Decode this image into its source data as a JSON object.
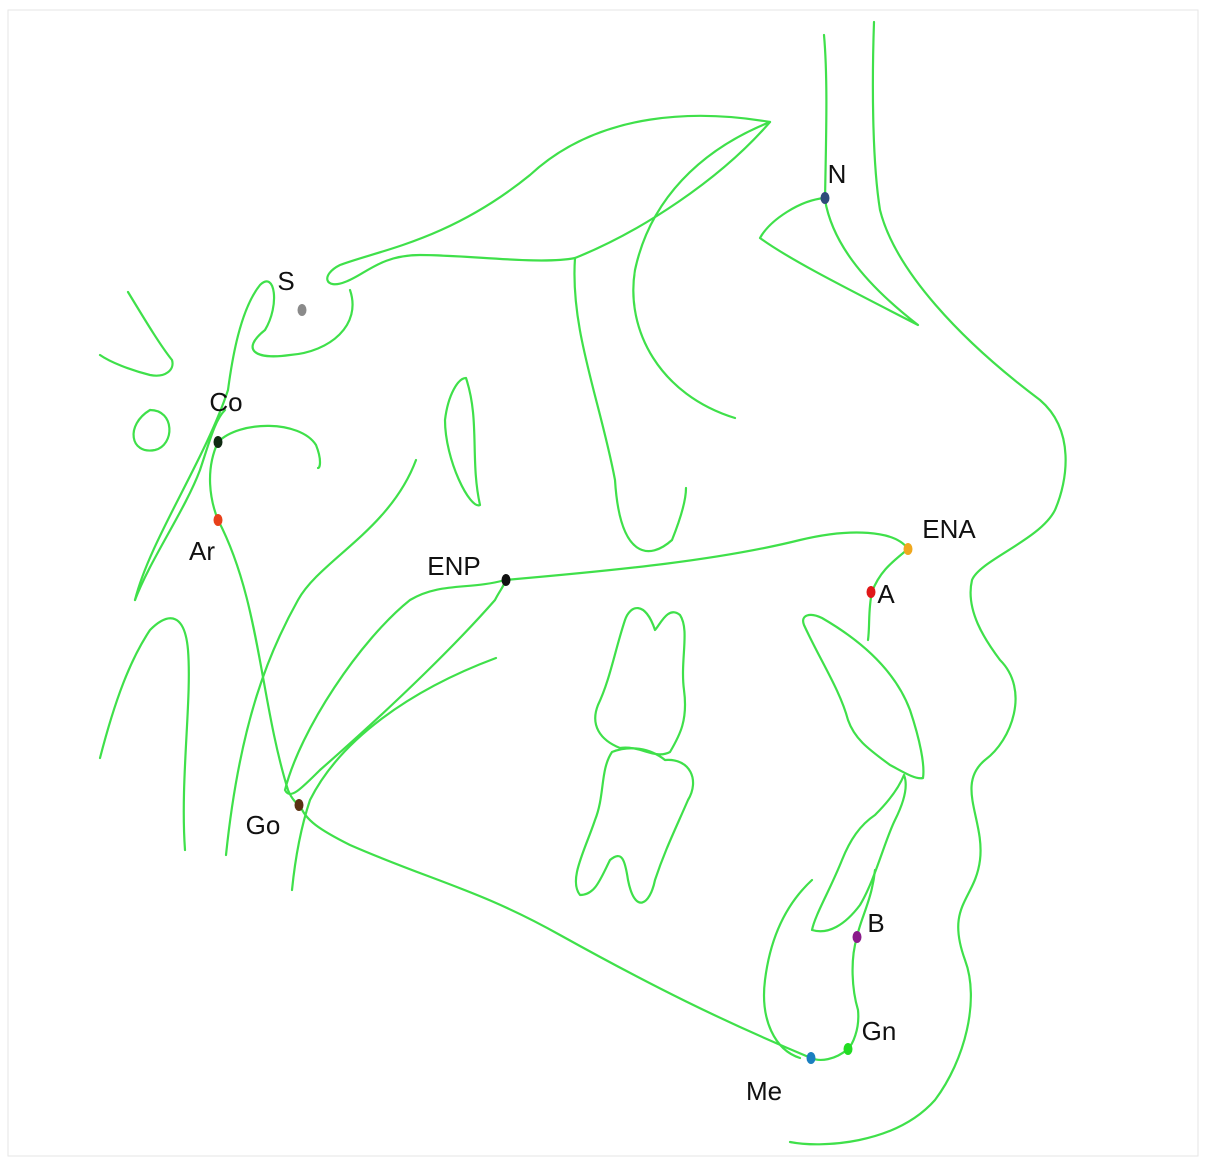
{
  "trace_color": "#3fe04a",
  "landmarks": [
    {
      "id": "S",
      "label": "S",
      "color": "#8a8a8a"
    },
    {
      "id": "N",
      "label": "N",
      "color": "#2f4a7a"
    },
    {
      "id": "Co",
      "label": "Co",
      "color": "#0f2a12"
    },
    {
      "id": "Ar",
      "label": "Ar",
      "color": "#e8401a"
    },
    {
      "id": "ENP",
      "label": "ENP",
      "color": "#111111"
    },
    {
      "id": "ENA",
      "label": "ENA",
      "color": "#f0a81e"
    },
    {
      "id": "A",
      "label": "A",
      "color": "#e01818"
    },
    {
      "id": "Go",
      "label": "Go",
      "color": "#5a3212"
    },
    {
      "id": "B",
      "label": "B",
      "color": "#8a1a8a"
    },
    {
      "id": "Gn",
      "label": "Gn",
      "color": "#22dd22"
    },
    {
      "id": "Me",
      "label": "Me",
      "color": "#1a7fc0"
    }
  ]
}
